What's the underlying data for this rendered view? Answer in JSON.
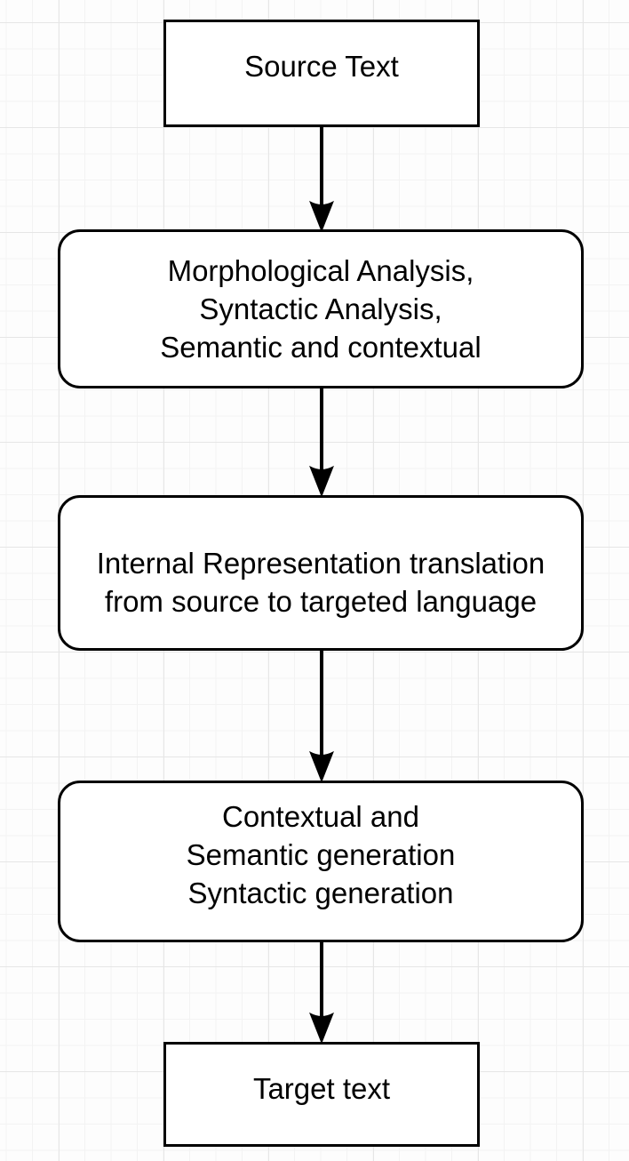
{
  "diagram": {
    "type": "flowchart",
    "description": "Machine translation pipeline flowchart on graph-paper grid",
    "colors": {
      "node_border": "#000000",
      "node_fill": "#ffffff",
      "text": "#000000",
      "arrow": "#000000",
      "grid_minor": "#f3f3f3",
      "grid_major": "#e6e6e6",
      "background": "#fdfdfd"
    },
    "nodes": [
      {
        "id": "source-text",
        "shape": "rectangle",
        "lines": [
          "Source Text"
        ]
      },
      {
        "id": "analysis",
        "shape": "rounded-rectangle",
        "lines": [
          "Morphological Analysis,",
          "Syntactic Analysis,",
          "Semantic and contextual"
        ]
      },
      {
        "id": "internal-representation",
        "shape": "rounded-rectangle",
        "lines": [
          "Internal Representation translation",
          "from source to targeted language"
        ]
      },
      {
        "id": "generation",
        "shape": "rounded-rectangle",
        "lines": [
          "Contextual and",
          "Semantic generation",
          "Syntactic generation"
        ]
      },
      {
        "id": "target-text",
        "shape": "rectangle",
        "lines": [
          "Target text"
        ]
      }
    ],
    "edges": [
      {
        "from": "source-text",
        "to": "analysis",
        "style": "solid-arrow-down"
      },
      {
        "from": "analysis",
        "to": "internal-representation",
        "style": "solid-arrow-down"
      },
      {
        "from": "internal-representation",
        "to": "generation",
        "style": "solid-arrow-down"
      },
      {
        "from": "generation",
        "to": "target-text",
        "style": "solid-arrow-down"
      }
    ]
  }
}
